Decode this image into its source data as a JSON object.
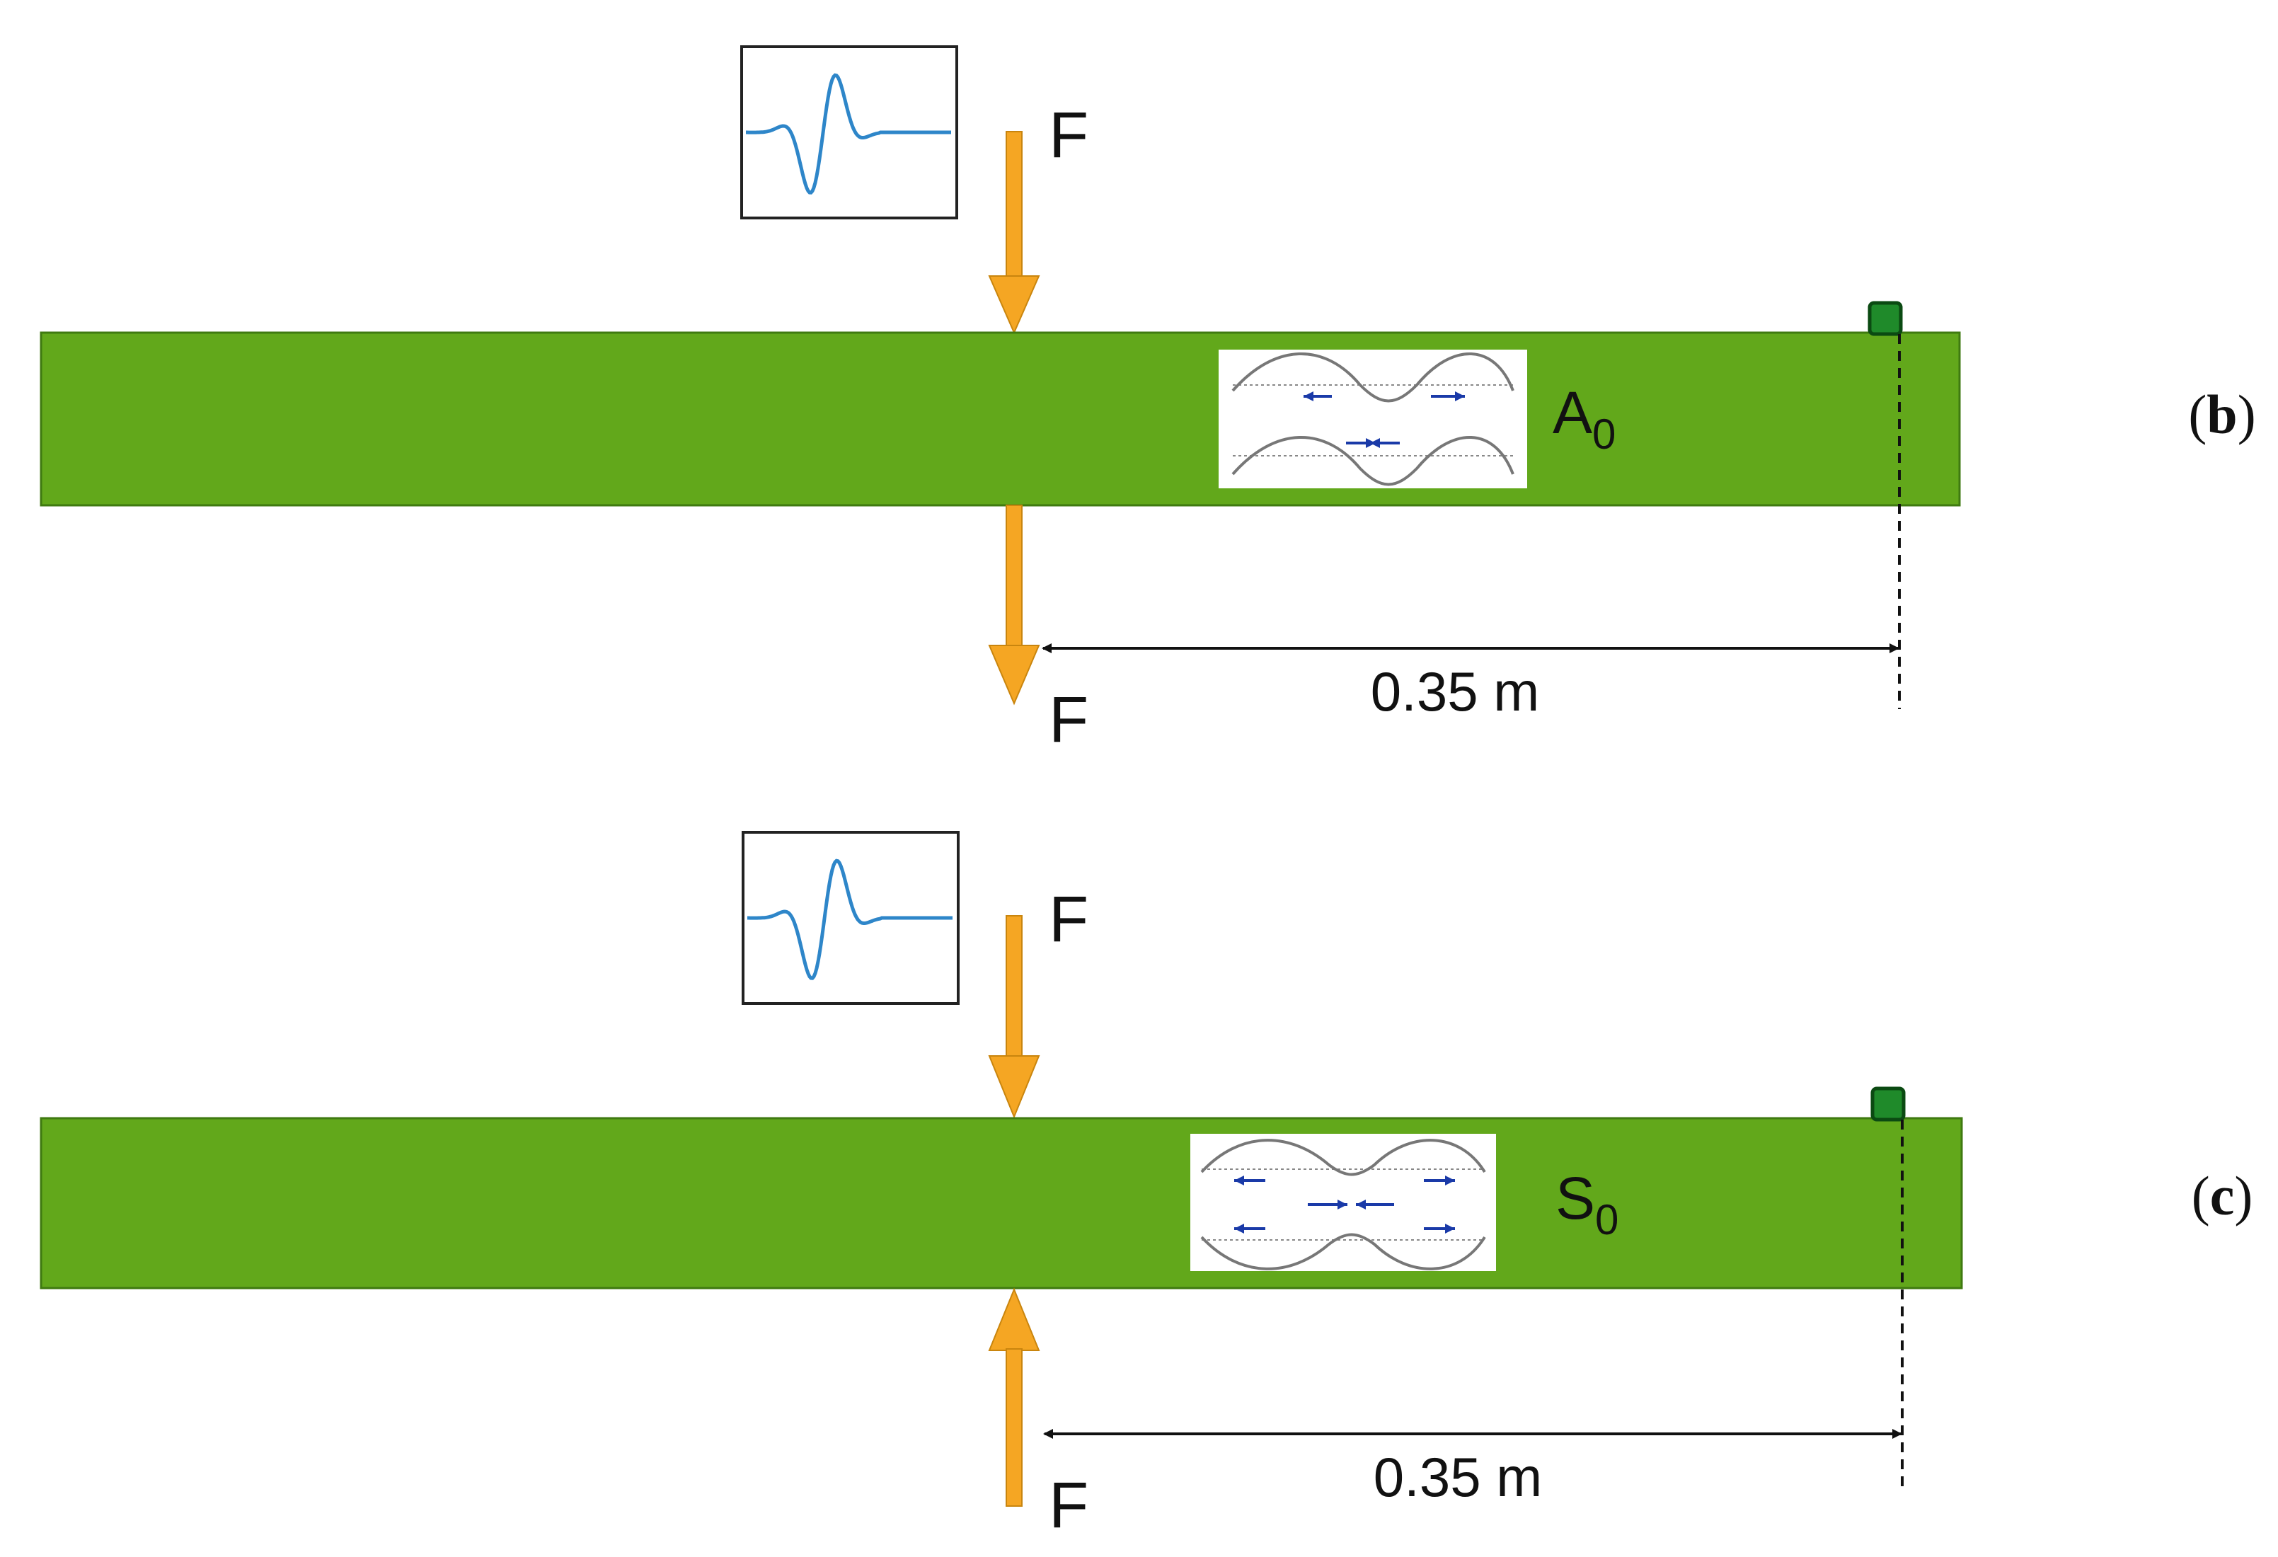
{
  "colors": {
    "plate": "#62a81b",
    "plate_border": "#3f7a10",
    "arrow": "#f5a623",
    "arrow_border": "#c9850e",
    "sensor": "#1f8a2a",
    "sensor_border": "#0b4a12",
    "signal": "#2e86c9",
    "mode_curve": "#777777",
    "mode_arrow": "#1a3aa8"
  },
  "panels": [
    {
      "id": "b",
      "label": "b",
      "force_top": "F",
      "force_bottom": "F",
      "mode_base": "A",
      "mode_sub": "0",
      "distance": "0.35 m",
      "bottom_force_direction": "down",
      "signal_icon": "tone-burst-signal-icon",
      "mode_icon": "antisymmetric-mode-icon"
    },
    {
      "id": "c",
      "label": "c",
      "force_top": "F",
      "force_bottom": "F",
      "mode_base": "S",
      "mode_sub": "0",
      "distance": "0.35 m",
      "bottom_force_direction": "up",
      "signal_icon": "tone-burst-signal-icon",
      "mode_icon": "symmetric-mode-icon"
    }
  ]
}
